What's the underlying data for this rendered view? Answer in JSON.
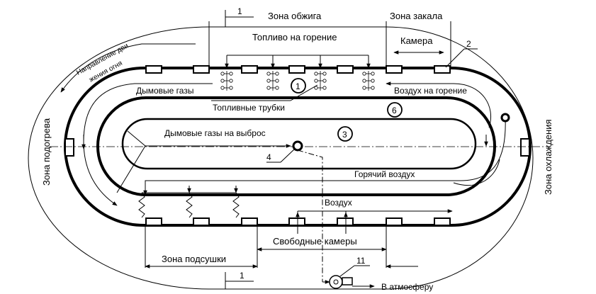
{
  "zones": {
    "firing": "Зона обжига",
    "quench": "Зона закала",
    "preheat": "Зона подогрева",
    "cooling": "Зона охлаждения",
    "drying": "Зона подсушки"
  },
  "labels": {
    "fuel_combustion": "Топливо на горение",
    "chamber": "Камера",
    "fire_direction": "Направление движения огня",
    "fire_direction_line1": "Направление дви",
    "fire_direction_line2": "жения огня",
    "flue_gases": "Дымовые газы",
    "combustion_air": "Воздух на горение",
    "fuel_tubes": "Топливные трубки",
    "flue_gases_exhaust": "Дымовые газы на выброс",
    "hot_air": "Горячий воздух",
    "air": "Воздух",
    "free_chambers": "Свободные камеры",
    "to_atmosphere": "В атмосферу"
  },
  "callouts": {
    "c1_top": "1",
    "c1_bottom": "1",
    "c1_circle": "1",
    "c2": "2",
    "c3": "3",
    "c4": "4",
    "c6": "6",
    "c11": "11"
  }
}
